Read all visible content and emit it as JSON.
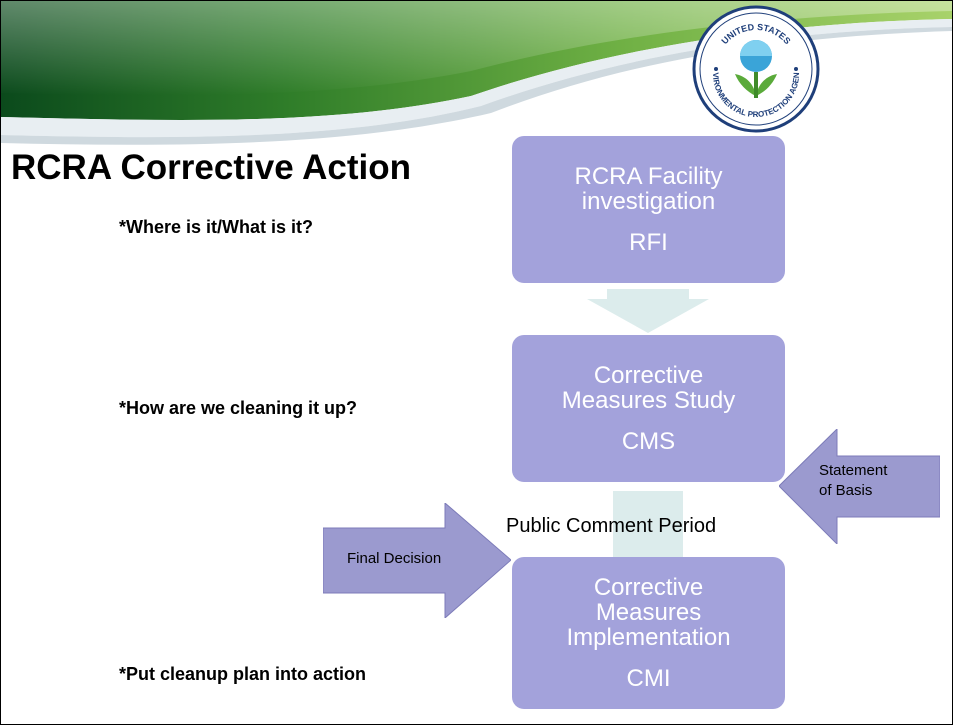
{
  "title": "RCRA Corrective Action",
  "questions": {
    "q1": "*Where is it/What is it?",
    "q2": "*How are we cleaning it up?",
    "q3": "*Put cleanup plan into action"
  },
  "steps": [
    {
      "lines": [
        "RCRA Facility",
        "investigation"
      ],
      "code": "RFI"
    },
    {
      "lines": [
        "Corrective",
        "Measures Study"
      ],
      "code": "CMS"
    },
    {
      "lines": [
        "Corrective",
        "Measures",
        "Implementation"
      ],
      "code": "CMI"
    }
  ],
  "side_labels": {
    "basis": [
      "Statement",
      "of Basis"
    ],
    "final": "Final Decision"
  },
  "public_comment": "Public Comment Period",
  "logo": {
    "top_text": "UNITED STATES",
    "left_text": "ENVIRONMENTAL",
    "bottom_text": "PROTECTION",
    "right_text": "AGENCY"
  },
  "colors": {
    "step_fill": "#a3a2db",
    "step_text": "#ffffff",
    "arrow_fill": "#9b9acf",
    "down_arrow_fill": "#dcecec",
    "banner_dark": "#0b4a1c",
    "banner_light": "#4fa13a"
  }
}
